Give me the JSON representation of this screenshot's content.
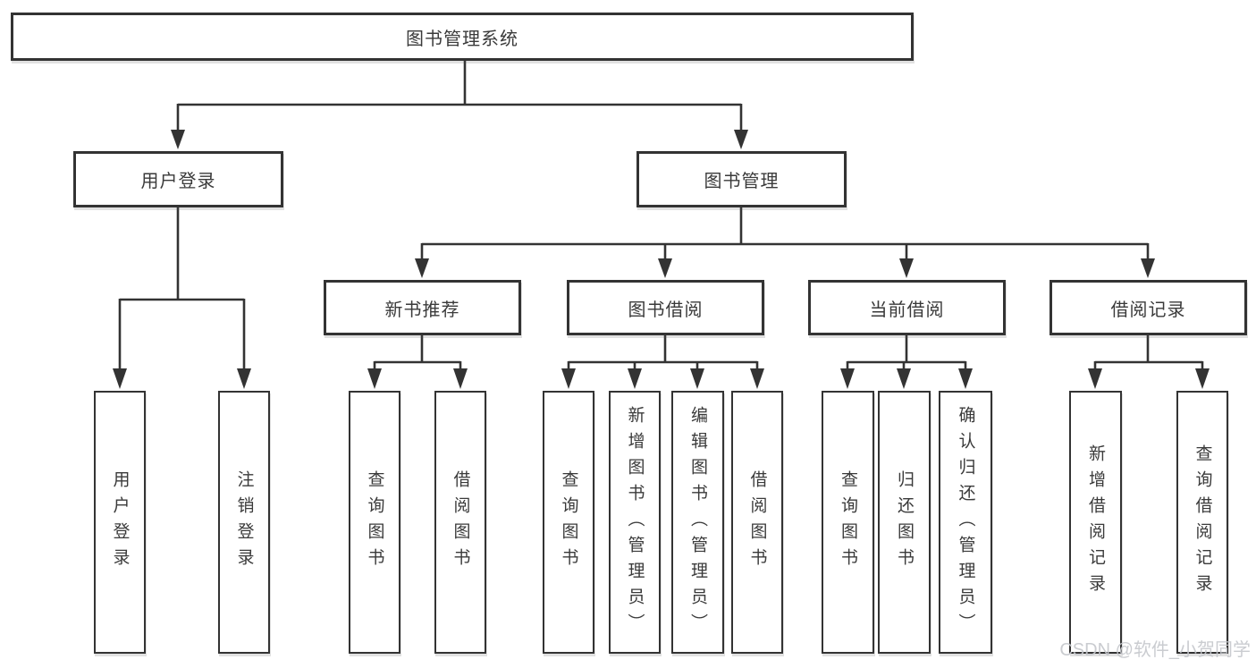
{
  "diagram": {
    "type": "hierarchy-tree",
    "root": {
      "label": "图书管理系统"
    },
    "level2": [
      {
        "id": "user-login",
        "label": "用户登录",
        "parent": "root"
      },
      {
        "id": "book-management",
        "label": "图书管理",
        "parent": "root"
      }
    ],
    "level3": [
      {
        "id": "new-book-recommend",
        "label": "新书推荐",
        "parent": "book-management"
      },
      {
        "id": "book-borrowing",
        "label": "图书借阅",
        "parent": "book-management"
      },
      {
        "id": "current-borrowing",
        "label": "当前借阅",
        "parent": "book-management"
      },
      {
        "id": "borrowing-records",
        "label": "借阅记录",
        "parent": "book-management"
      }
    ],
    "leaves": [
      {
        "label": "用户登录",
        "parent": "user-login"
      },
      {
        "label": "注销登录",
        "parent": "user-login"
      },
      {
        "label": "查询图书",
        "parent": "new-book-recommend"
      },
      {
        "label": "借阅图书",
        "parent": "new-book-recommend"
      },
      {
        "label": "查询图书",
        "parent": "book-borrowing"
      },
      {
        "label": "新增图书（管理员）",
        "parent": "book-borrowing"
      },
      {
        "label": "编辑图书（管理员）",
        "parent": "book-borrowing"
      },
      {
        "label": "借阅图书",
        "parent": "book-borrowing"
      },
      {
        "label": "查询图书",
        "parent": "current-borrowing"
      },
      {
        "label": "归还图书",
        "parent": "current-borrowing"
      },
      {
        "label": "确认归还（管理员）",
        "parent": "current-borrowing"
      },
      {
        "label": "新增借阅记录",
        "parent": "borrowing-records"
      },
      {
        "label": "查询借阅记录",
        "parent": "borrowing-records"
      }
    ],
    "watermark": "CSDN @软件_小贺同学",
    "colors": {
      "line": "#333333",
      "text": "#3a3a3a",
      "watermark": "#c5c7cc",
      "background": "#ffffff"
    }
  }
}
